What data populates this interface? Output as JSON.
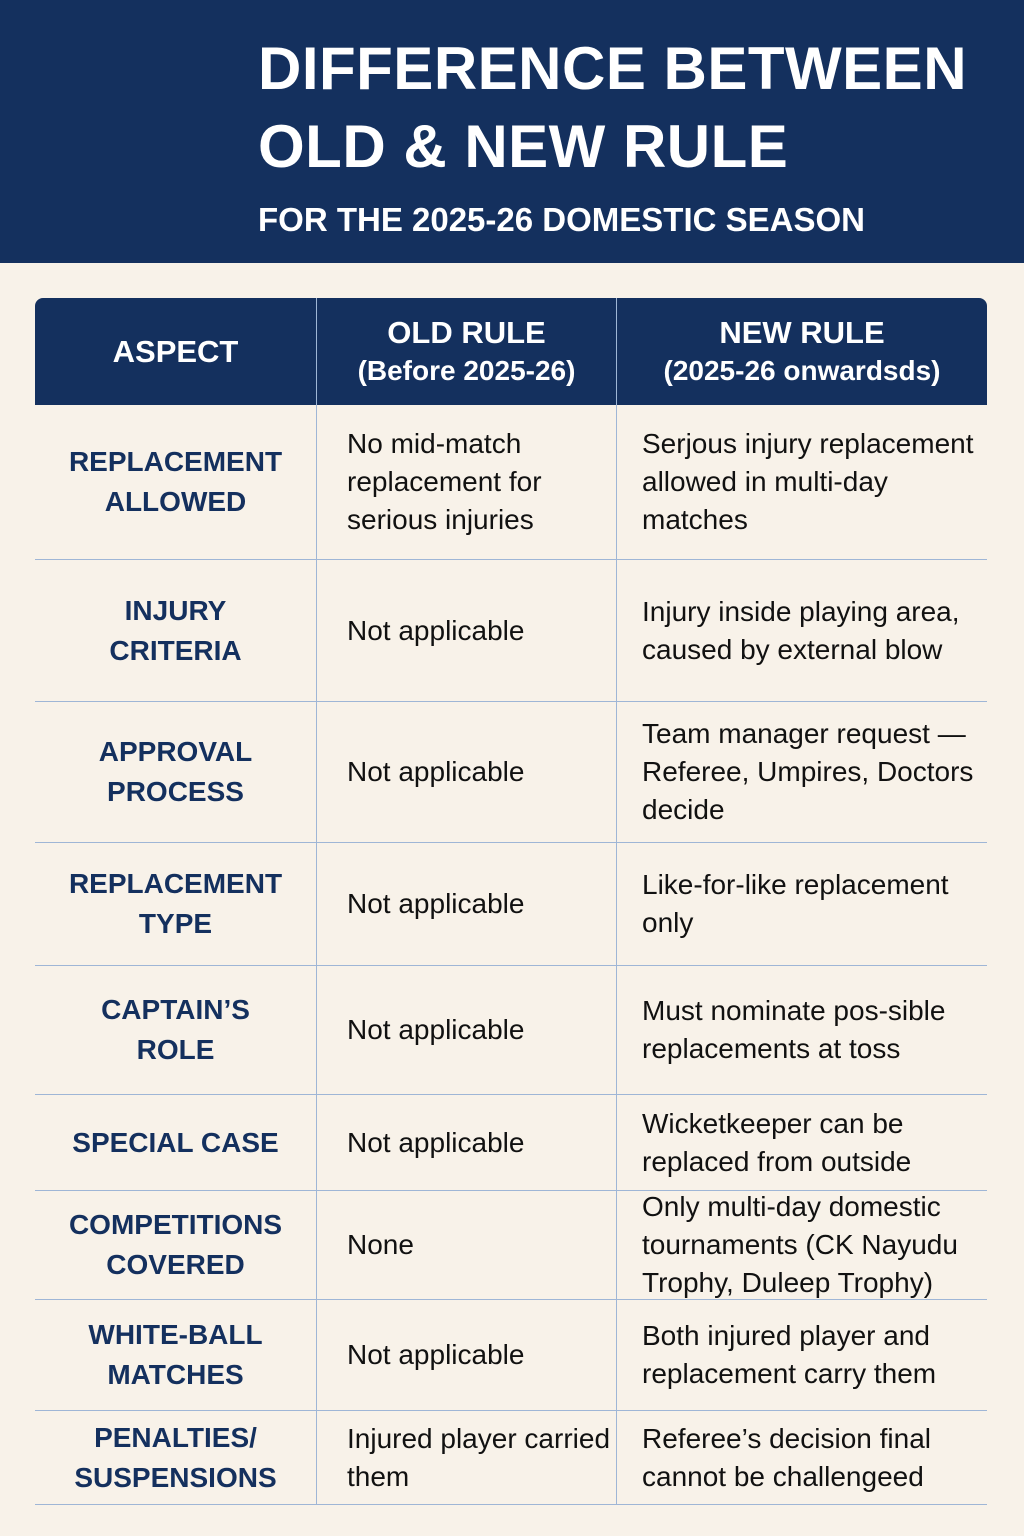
{
  "header": {
    "title_line1": "DIFFERENCE BETWEEN",
    "title_line2": "OLD & NEW RULE",
    "subtitle": "FOR THE 2025-26 DOMESTIC SEASON"
  },
  "columns": {
    "aspect": "ASPECT",
    "old": "OLD RULE",
    "old_sub": "(Before 2025-26)",
    "new": "NEW RULE",
    "new_sub": "(2025-26 onwardsds)"
  },
  "rows": [
    {
      "aspect": [
        "REPLACEMENT",
        "ALLOWED"
      ],
      "old": "No mid-match replacement for serious injuries",
      "new": "Serjous injury replacement allowed in multi-day matches"
    },
    {
      "aspect": [
        "INJURY",
        "CRITERIA"
      ],
      "old": "Not applicable",
      "new": "Injury inside playing area, caused by external blow"
    },
    {
      "aspect": [
        "APPROVAL",
        "PROCESS"
      ],
      "old": "Not applicable",
      "new": "Team manager request — Referee, Umpires, Doctors decide"
    },
    {
      "aspect": [
        "REPLACEMENT",
        "TYPE"
      ],
      "old": "Not applicable",
      "new": "Like-for-like replacement only"
    },
    {
      "aspect": [
        "CAPTAIN’S",
        "ROLE"
      ],
      "old": "Not applicable",
      "new": "Must nominate pos-sible replacements at toss"
    },
    {
      "aspect": [
        "SPECIAL CASE",
        ""
      ],
      "old": "Not applicable",
      "new": "Wicketkeeper can be replaced from outside"
    },
    {
      "aspect": [
        "COMPETITIONS",
        "COVERED"
      ],
      "old": "None",
      "new": "Only multi-day domestic tournaments (CK Nayudu Trophy, Duleep Trophy)"
    },
    {
      "aspect": [
        "WHITE-BALL",
        "MATCHES"
      ],
      "old": "Not applicable",
      "new": "Both injured player and replacement carry them"
    },
    {
      "aspect": [
        "PENALTIES/",
        "SUSPENSIONS"
      ],
      "old": "Injured player carried them",
      "new": "Referee’s decision final cannot be challengeed"
    }
  ]
}
